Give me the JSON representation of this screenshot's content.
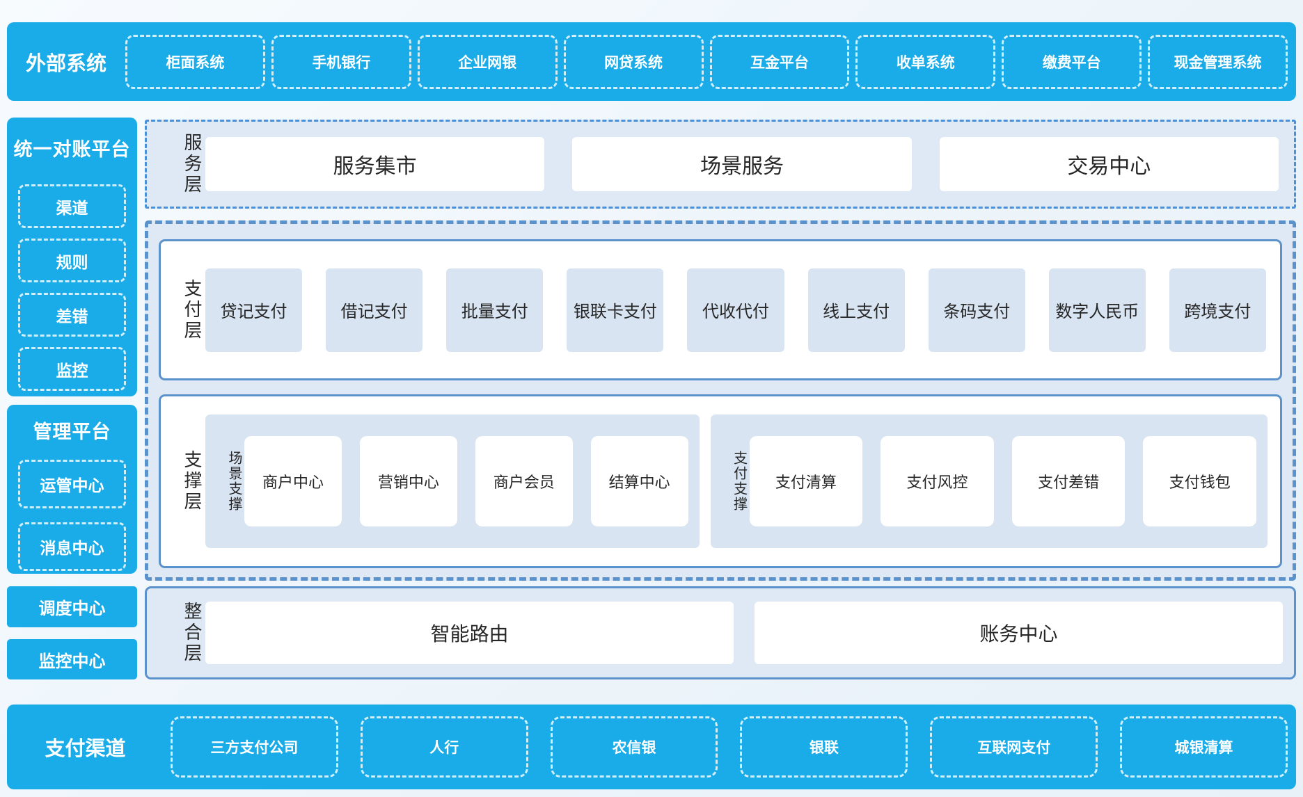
{
  "colors": {
    "bright_blue": "#19ACE8",
    "panel_light_blue": "#DEE9F5",
    "chip_light_blue": "#D8E4F1",
    "border_steel_blue": "#5B92CC",
    "service_dash_blue": "#4A90D6",
    "page_background": "#ECF4FA",
    "text_dark": "#262626",
    "text_white": "#FFFFFF"
  },
  "top_bar": {
    "title": "外部系统",
    "items": [
      "柜面系统",
      "手机银行",
      "企业网银",
      "网贷系统",
      "互金平台",
      "收单系统",
      "缴费平台",
      "现金管理系统"
    ]
  },
  "sidebar": {
    "reconciliation": {
      "title": "统一对账平台",
      "items": [
        "渠道",
        "规则",
        "差错",
        "监控"
      ]
    },
    "management": {
      "title": "管理平台",
      "items": [
        "运管中心",
        "消息中心"
      ]
    },
    "dispatch_center": "调度中心",
    "monitor_center": "监控中心"
  },
  "layers": {
    "service": {
      "label": "服务层",
      "items": [
        "服务集市",
        "场景服务",
        "交易中心"
      ]
    },
    "payment": {
      "label": "支付层",
      "items": [
        "贷记支付",
        "借记支付",
        "批量支付",
        "银联卡支付",
        "代收代付",
        "线上支付",
        "条码支付",
        "数字人民币",
        "跨境支付"
      ]
    },
    "support": {
      "label": "支撑层",
      "groups": [
        {
          "label": "场景支撑",
          "items": [
            "商户中心",
            "营销中心",
            "商户会员",
            "结算中心"
          ]
        },
        {
          "label": "支付支撑",
          "items": [
            "支付清算",
            "支付风控",
            "支付差错",
            "支付钱包"
          ]
        }
      ]
    },
    "integration": {
      "label": "整合层",
      "items": [
        "智能路由",
        "账务中心"
      ]
    }
  },
  "bottom_bar": {
    "title": "支付渠道",
    "items": [
      "三方支付公司",
      "人行",
      "农信银",
      "银联",
      "互联网支付",
      "城银清算"
    ]
  }
}
